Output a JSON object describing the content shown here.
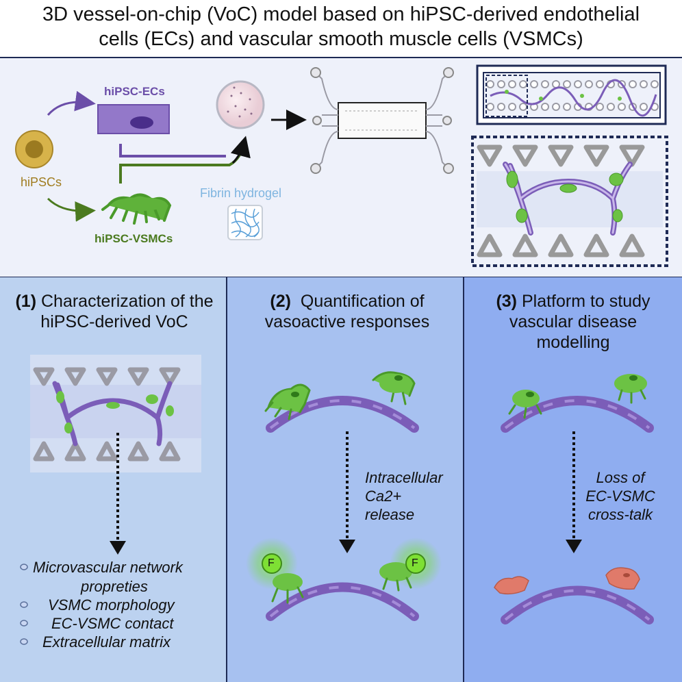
{
  "title": {
    "line1": "3D vessel-on-chip (VoC) model based on hiPSC-derived endothelial",
    "line2": "cells (ECs) and vascular smooth muscle cells (VSMCs)"
  },
  "overview": {
    "hipscs_label": "hiPSCs",
    "ecs_label": "hiPSC-ECs",
    "vsmcs_label": "hiPSC-VSMCs",
    "fibrin_label": "Fibrin hydrogel"
  },
  "panels": [
    {
      "number": "(1)",
      "title_line1": "Characterization of the",
      "title_line2": "hiPSC-derived VoC",
      "bullets": [
        "Microvascular network",
        "propreties",
        "VSMC morphology",
        "EC-VSMC contact",
        "Extracellular matrix"
      ]
    },
    {
      "number": "(2)",
      "title_line1": "Quantification of",
      "title_line2": "vasoactive responses",
      "annotation": [
        "Intracellular",
        "Ca2+",
        "release"
      ],
      "fluor_label": "F"
    },
    {
      "number": "(3)",
      "title_line1": "Platform to study",
      "title_line2": "vascular disease",
      "title_line3": "modelling",
      "annotation": [
        "Loss of",
        "EC-VSMC",
        "cross-talk"
      ]
    }
  ],
  "colors": {
    "top_panel_bg": "#eef1fa",
    "panel1_bg": "#bcd2f0",
    "panel2_bg": "#a7c1f0",
    "panel3_bg": "#8fadf0",
    "border": "#1e2a55",
    "vessel_purple": "#7b5db8",
    "vsmc_green": "#6cc244",
    "hipsc_gold": "#c9a238",
    "vsmc_red": "#e07a6a",
    "ec_label_color": "#6b4ea8",
    "vsmc_label_color": "#4b7a1f",
    "hipsc_label_color": "#a07c1f",
    "fibrin_label_color": "#7fb5e0"
  },
  "icons": [
    "hipsc-cell-icon",
    "endothelial-cell-icon",
    "smooth-muscle-cell-icon",
    "fibrin-bead-icon",
    "hydrogel-mesh-icon",
    "chip-icon",
    "vessel-icon",
    "fluorescence-icon",
    "dotted-arrow-icon"
  ]
}
